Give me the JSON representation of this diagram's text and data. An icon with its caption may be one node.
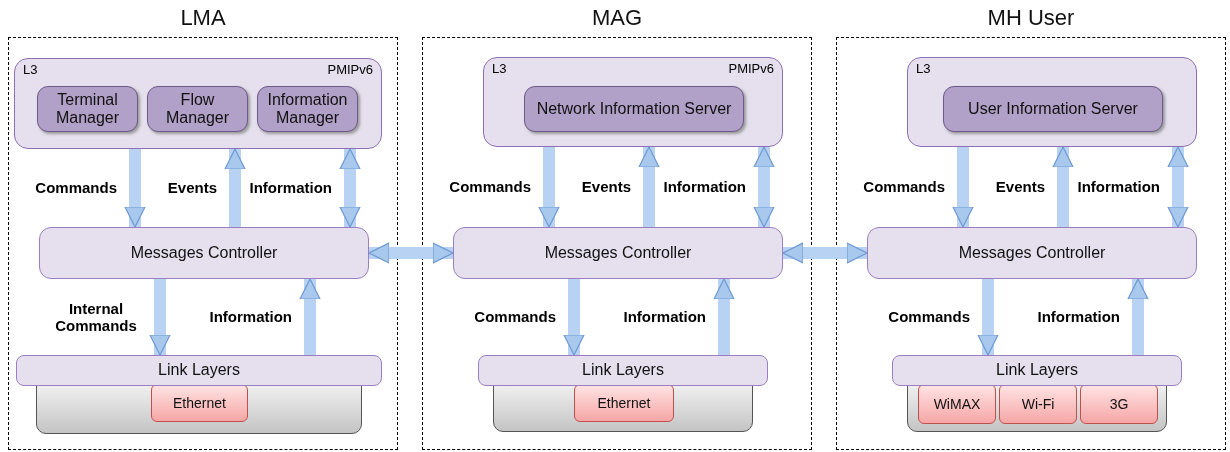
{
  "diagram": {
    "nodes": [
      {
        "text": [
          "LMA"
        ]
      },
      {
        "text": [
          "L3",
          "PMIPv6"
        ],
        "in": 0
      },
      {
        "text": [
          "Terminal Manager"
        ],
        "in": 1
      },
      {
        "text": [
          "Flow Manager"
        ],
        "in": 1
      },
      {
        "text": [
          "Information Manager"
        ],
        "in": 1
      },
      {
        "text": [
          "Messages Controller"
        ],
        "in": 0
      },
      {
        "text": [
          "Link Layers"
        ],
        "in": 0
      },
      {
        "text": [],
        "shape": "box",
        "in": 0
      },
      {
        "text": [
          "Ethernet"
        ],
        "in": 7
      },
      {
        "text": [
          "MAG"
        ]
      },
      {
        "text": [
          "L3",
          "PMIPv6"
        ],
        "in": 9
      },
      {
        "text": [
          "Network Information Server"
        ],
        "in": 10
      },
      {
        "text": [
          "Messages Controller"
        ],
        "in": 9
      },
      {
        "text": [
          "Link Layers"
        ],
        "in": 9
      },
      {
        "text": [],
        "shape": "box",
        "in": 9
      },
      {
        "text": [
          "Ethernet"
        ],
        "in": 14
      },
      {
        "text": [
          "MH User"
        ]
      },
      {
        "text": [
          "L3"
        ],
        "in": 16
      },
      {
        "text": [
          "User Information Server"
        ],
        "in": 17
      },
      {
        "text": [
          "Messages Controller"
        ],
        "in": 16
      },
      {
        "text": [
          "Link Layers"
        ],
        "in": 16
      },
      {
        "text": [],
        "shape": "box",
        "in": 16
      },
      {
        "text": [
          "WiMAX"
        ],
        "in": 21
      },
      {
        "text": [
          "Wi-Fi"
        ],
        "in": 21
      },
      {
        "text": [
          "3G"
        ],
        "in": 21
      }
    ],
    "edges": [
      {
        "from": 1,
        "to": 5,
        "arrow": "to",
        "label": "Commands"
      },
      {
        "from": 5,
        "to": 1,
        "arrow": "to",
        "label": "Events"
      },
      {
        "from": 1,
        "to": 5,
        "arrow": "both",
        "label": "Information"
      },
      {
        "from": 5,
        "to": 6,
        "arrow": "to",
        "label": "Internal Commands"
      },
      {
        "from": 6,
        "to": 5,
        "arrow": "to",
        "label": "Information"
      },
      {
        "from": 5,
        "to": 12,
        "arrow": "both"
      },
      {
        "from": 10,
        "to": 12,
        "arrow": "to",
        "label": "Commands"
      },
      {
        "from": 12,
        "to": 10,
        "arrow": "to",
        "label": "Events"
      },
      {
        "from": 10,
        "to": 12,
        "arrow": "both",
        "label": "Information"
      },
      {
        "from": 12,
        "to": 13,
        "arrow": "to",
        "label": "Commands"
      },
      {
        "from": 13,
        "to": 12,
        "arrow": "to",
        "label": "Information"
      },
      {
        "from": 12,
        "to": 19,
        "arrow": "both"
      },
      {
        "from": 17,
        "to": 19,
        "arrow": "to",
        "label": "Commands"
      },
      {
        "from": 19,
        "to": 17,
        "arrow": "to",
        "label": "Events"
      },
      {
        "from": 17,
        "to": 19,
        "arrow": "both",
        "label": "Information"
      },
      {
        "from": 19,
        "to": 20,
        "arrow": "to",
        "label": "Commands"
      },
      {
        "from": 20,
        "to": 19,
        "arrow": "to",
        "label": "Information"
      }
    ]
  }
}
